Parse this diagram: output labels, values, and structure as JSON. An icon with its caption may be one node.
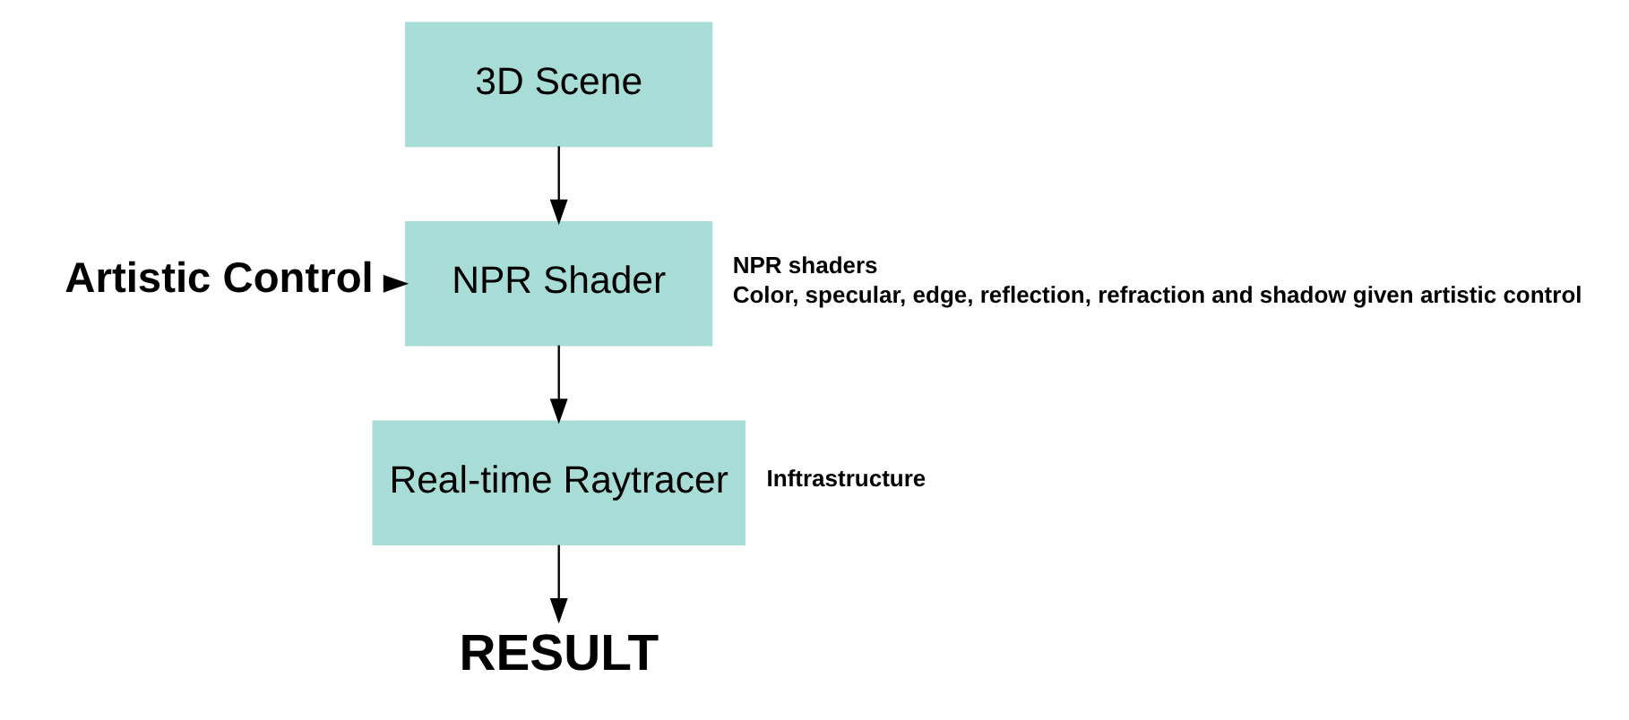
{
  "diagram": {
    "nodes": [
      {
        "text": [
          "3D Scene"
        ]
      },
      {
        "text": [
          "Artistic Control"
        ]
      },
      {
        "text": [
          "NPR Shader"
        ],
        "beside": [
          "NPR shaders",
          "Color, specular, edge, reflection, refraction and shadow given artistic control"
        ]
      },
      {
        "text": [
          "Real-time Raytracer"
        ],
        "beside": [
          "Inftrastructure"
        ]
      },
      {
        "text": [
          "RESULT"
        ]
      }
    ],
    "edges": [
      {
        "from": 0,
        "to": 2,
        "arrow": "to"
      },
      {
        "from": 1,
        "to": 2,
        "arrow": "to"
      },
      {
        "from": 2,
        "to": 3,
        "arrow": "to"
      },
      {
        "from": 3,
        "to": 4,
        "arrow": "to"
      }
    ]
  }
}
